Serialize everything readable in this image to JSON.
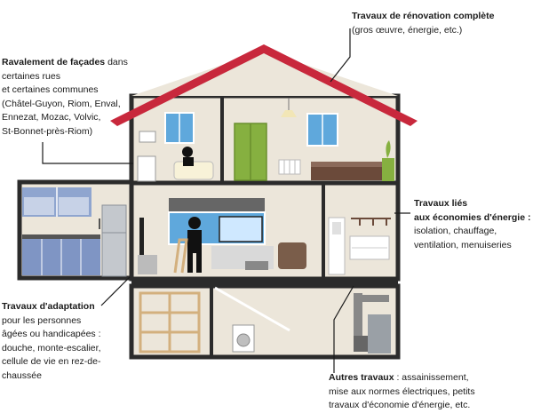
{
  "labels": {
    "renovation": {
      "title": "Travaux de rénovation complète",
      "detail": "(gros œuvre, énergie, etc.)"
    },
    "facades": {
      "title": "Ravalement de façades",
      "title_suffix": " dans",
      "lines": [
        "certaines rues",
        "et certaines communes",
        "(Châtel-Guyon, Riom, Enval,",
        "Ennezat, Mozac, Volvic,",
        "St-Bonnet-près-Riom)"
      ]
    },
    "energie": {
      "title_lines": [
        "Travaux liés",
        "aux économies d'énergie :"
      ],
      "lines": [
        "isolation, chauffage,",
        "ventilation, menuiseries"
      ]
    },
    "adaptation": {
      "title": "Travaux d'adaptation",
      "lines": [
        "pour les personnes",
        "âgées ou handicapées :",
        "douche, monte-escalier,",
        "cellule de vie en rez-de-",
        "chaussée"
      ]
    },
    "autres": {
      "title": "Autres travaux",
      "title_suffix": " : assainissement,",
      "lines": [
        "mise aux normes électriques, petits",
        "travaux d'économie d'énergie, etc."
      ]
    }
  },
  "colors": {
    "roof": "#c8283c",
    "wall_dark": "#2b2b2b",
    "wall_light": "#ece6da",
    "window": "#5fa8dc",
    "wardrobe": "#86b040",
    "kitchen": "#7f95c4",
    "furniture_wood": "#d3b07e",
    "leader_line": "#1a1a1a"
  }
}
